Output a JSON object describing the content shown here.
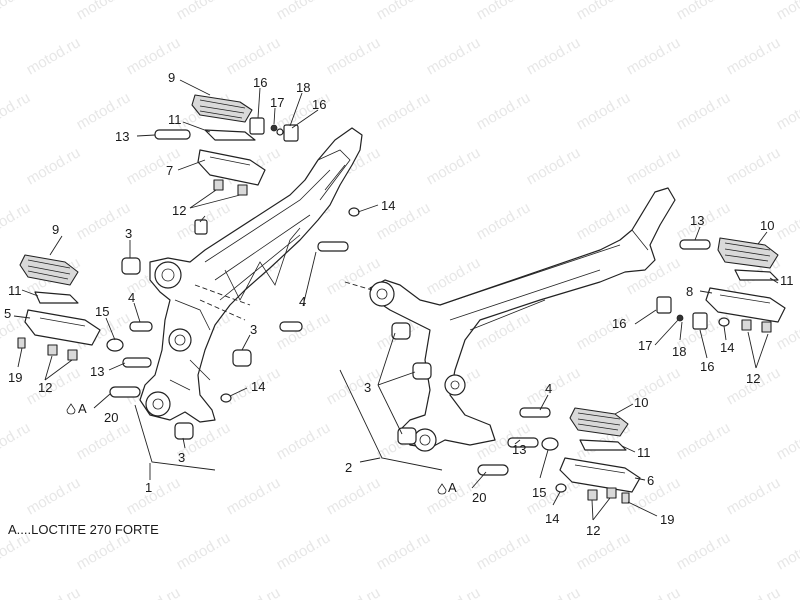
{
  "watermark_text": "motod.ru",
  "note_text": "A....LOCTITE 270 FORTE",
  "labels": [
    "9",
    "16",
    "17",
    "18",
    "16",
    "11",
    "13",
    "7",
    "12",
    "14",
    "3",
    "9",
    "11",
    "4",
    "5",
    "15",
    "3",
    "4",
    "13",
    "14",
    "19",
    "12",
    "A",
    "20",
    "3",
    "1",
    "2",
    "3",
    "4",
    "13",
    "10",
    "11",
    "8",
    "16",
    "17",
    "18",
    "16",
    "14",
    "12",
    "10",
    "11",
    "6",
    "15",
    "A",
    "20",
    "13",
    "14",
    "12",
    "19"
  ]
}
